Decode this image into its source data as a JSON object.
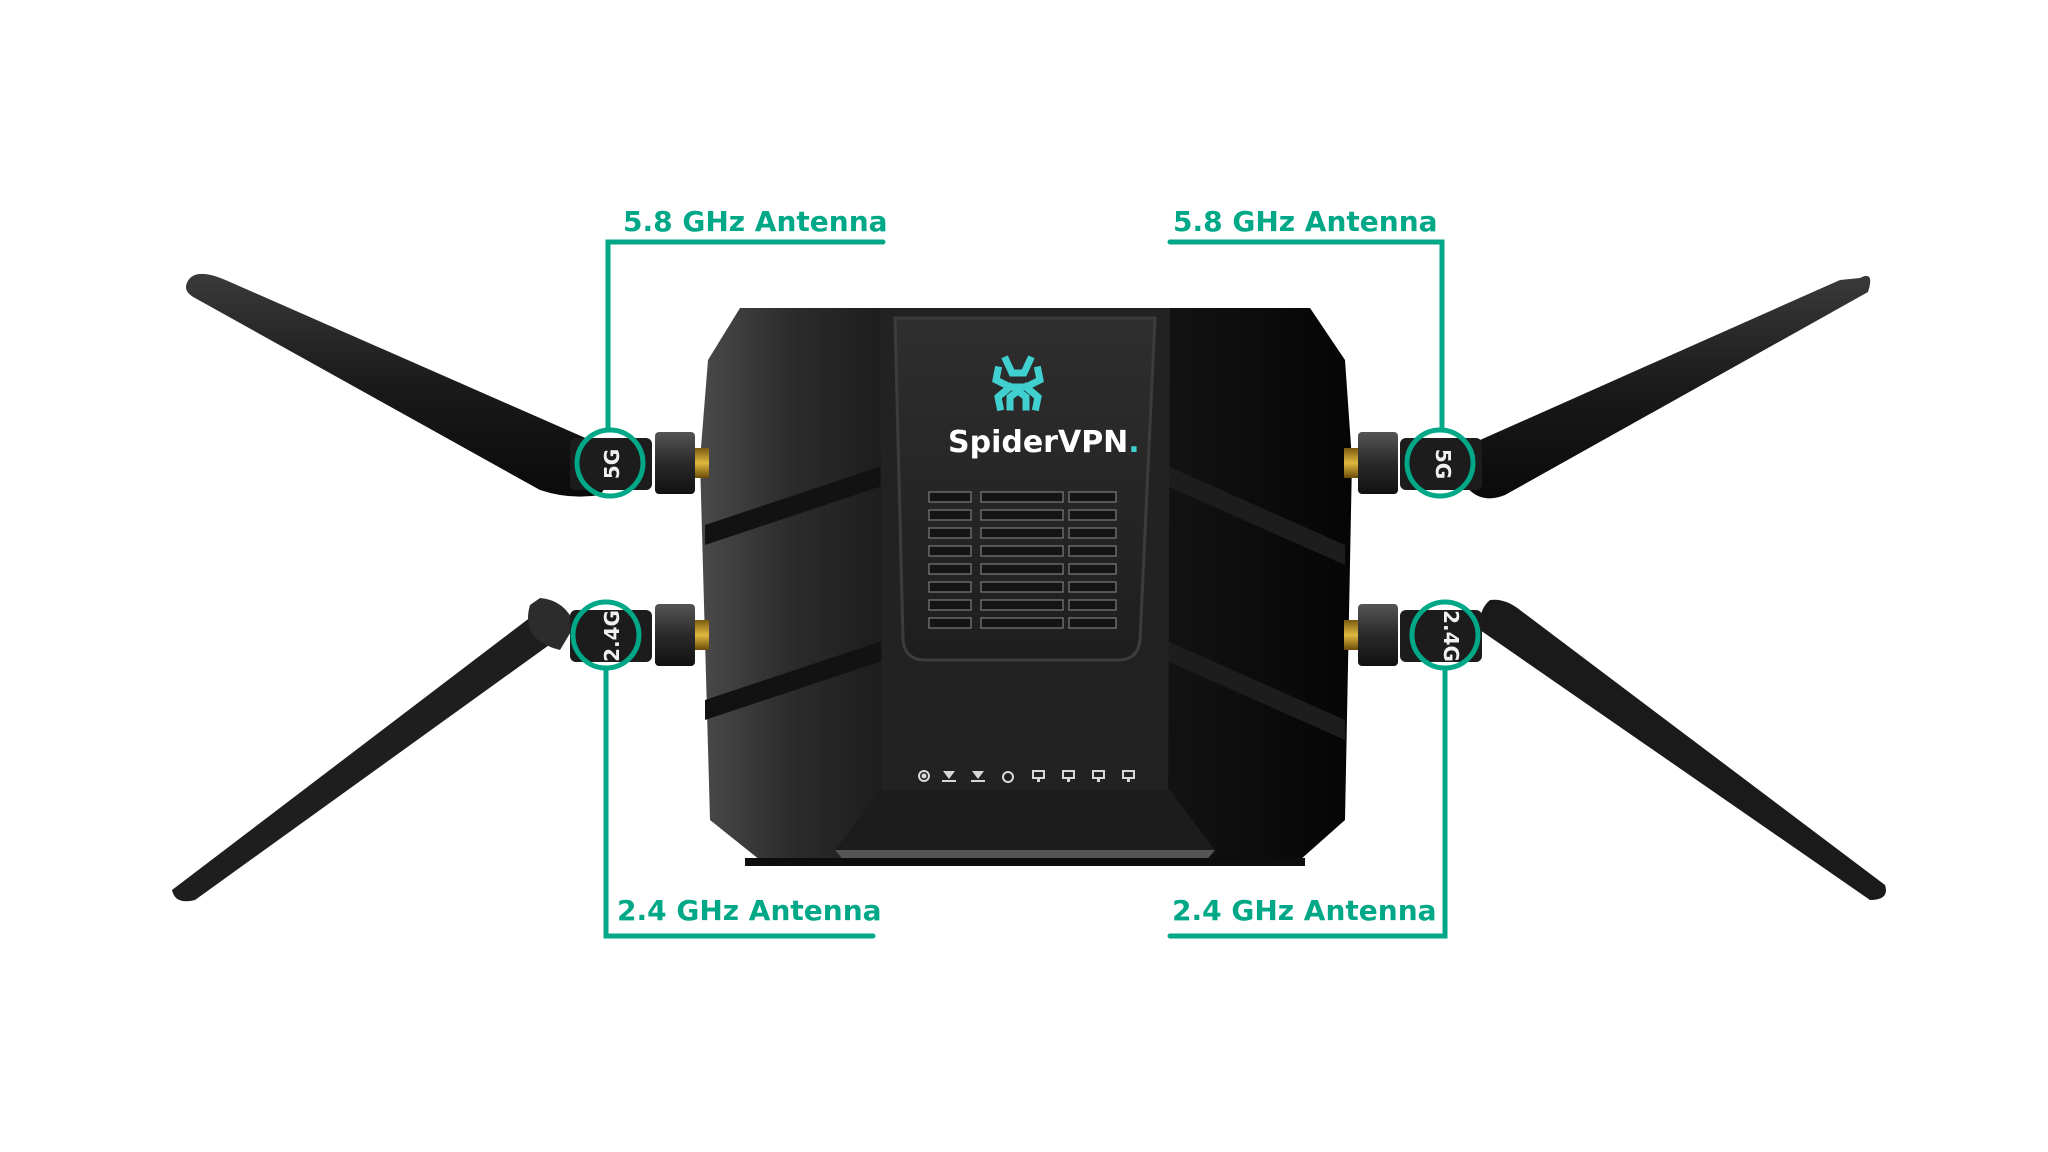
{
  "colors": {
    "background": "#ffffff",
    "accent": "#00a887",
    "brand_teal": "#40d0cf",
    "device_body": "#1a1a1a",
    "device_face": "#2b2b2b",
    "antenna": "#1c1c1c",
    "connector_gold": "#c8a030"
  },
  "device": {
    "brand_name": "SpiderVPN",
    "brand_dot": ".",
    "logo_icon": "spider-icon",
    "status_leds": [
      {
        "icon": "power-icon"
      },
      {
        "icon": "wifi-2g-icon"
      },
      {
        "icon": "wifi-5g-icon"
      },
      {
        "icon": "internet-icon"
      },
      {
        "icon": "lan-port-icon"
      },
      {
        "icon": "lan-port-icon"
      },
      {
        "icon": "lan-port-icon"
      },
      {
        "icon": "lan-port-icon"
      }
    ]
  },
  "antennas": {
    "top_left": {
      "label": "5.8 GHz Antenna",
      "band_mark": "5G"
    },
    "top_right": {
      "label": "5.8 GHz Antenna",
      "band_mark": "5G"
    },
    "bottom_left": {
      "label": "2.4 GHz Antenna",
      "band_mark": "2.4G"
    },
    "bottom_right": {
      "label": "2.4 GHz Antenna",
      "band_mark": "2.4G"
    }
  }
}
